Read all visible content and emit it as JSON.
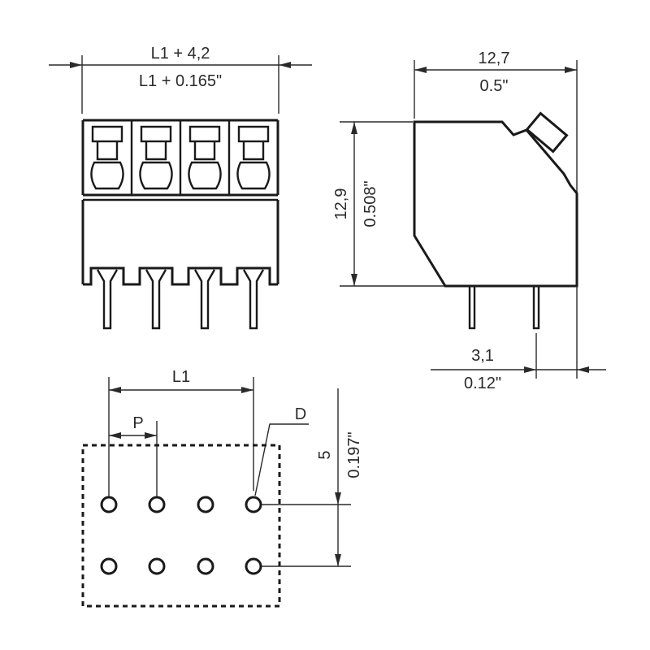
{
  "front_view": {
    "width_mm": "L1 + 4,2",
    "width_in": "L1 + 0.165\"",
    "poles": 4
  },
  "side_view": {
    "depth_mm": "12,7",
    "depth_in": "0.5\"",
    "height_mm": "12,9",
    "height_in": "0.508\"",
    "pin_offset_mm": "3,1",
    "pin_offset_in": "0.12\""
  },
  "footprint": {
    "length_label": "L1",
    "pitch_label": "P",
    "diameter_label": "D",
    "row_spacing_mm": "5",
    "row_spacing_in": "0.197\"",
    "rows": 2,
    "columns": 4
  }
}
